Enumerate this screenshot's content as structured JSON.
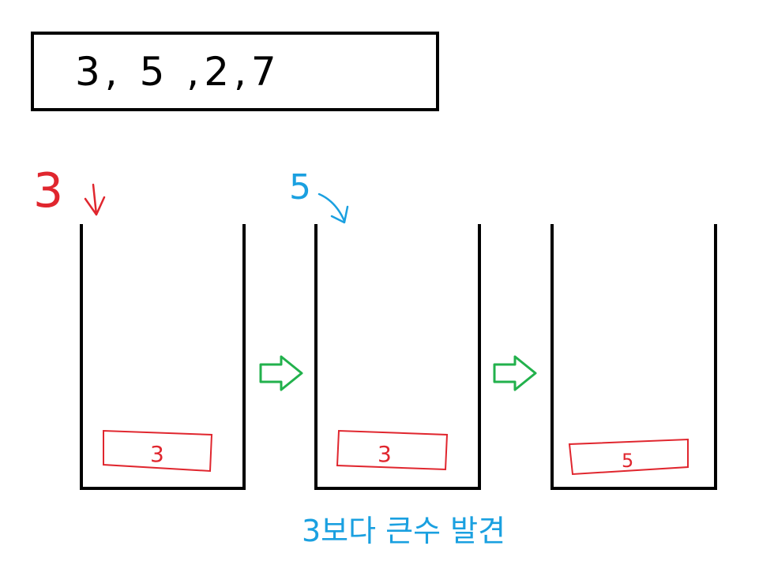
{
  "input_sequence": "3, 5 ,2,7",
  "step1": {
    "incoming": "3",
    "stack_items": [
      "3"
    ]
  },
  "step2": {
    "incoming": "5",
    "stack_items": [
      "3"
    ]
  },
  "step3": {
    "stack_items": [
      "5"
    ]
  },
  "caption": "3보다 큰수 발견",
  "colors": {
    "ink": "#000000",
    "red": "#e0262e",
    "blue": "#1aa0e0",
    "green": "#22b14c"
  }
}
